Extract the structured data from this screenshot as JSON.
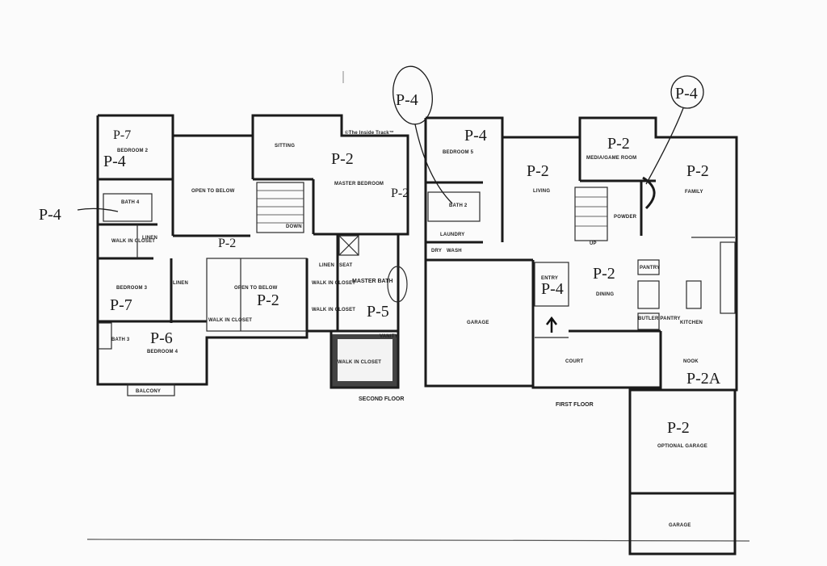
{
  "watermark": "©The Inside Track™",
  "floors": {
    "second": {
      "caption": "SECOND FLOOR",
      "rooms": {
        "bedroom2": "BEDROOM 2",
        "open_to_below_1": "OPEN TO BELOW",
        "sitting": "SITTING",
        "master_bedroom": "MASTER BEDROOM",
        "bath4": "BATH 4",
        "walk_in_closet_1": "WALK IN CLOSET",
        "linen_1": "LINEN",
        "down": "DOWN",
        "bedroom3": "BEDROOM 3",
        "open_to_below_2": "OPEN TO BELOW",
        "walk_in_closet_2": "WALK IN CLOSET",
        "linen_2": "LINEN",
        "seat": "SEAT",
        "walk_in_closet_3": "WALK IN CLOSET",
        "walk_in_closet_4": "WALK IN CLOSET",
        "master_bath": "MASTER BATH",
        "vanity": "VANITY",
        "bath3": "BATH 3",
        "bedroom4": "BEDROOM 4",
        "walk_in_closet_5": "WALK IN CLOSET",
        "balcony": "BALCONY",
        "linen_3": "LINEN"
      },
      "annotations": {
        "bed2": "P-7",
        "bed2b": "P-4",
        "bath_callout": "P-4",
        "upper_hall": "P-2",
        "master": "P-2",
        "master_edge": "P-2",
        "bed3": "P-7",
        "otb2": "P-2",
        "master_bath": "P-5",
        "bed4": "P-6"
      }
    },
    "first": {
      "caption": "FIRST FLOOR",
      "rooms": {
        "bedroom5": "BEDROOM 5",
        "bath2": "BATH 2",
        "laundry": "LAUNDRY",
        "dry": "DRY",
        "wash": "WASH",
        "living": "LIVING",
        "media_game_room": "MEDIA/GAME ROOM",
        "up": "UP",
        "powder": "POWDER",
        "family": "FAMILY",
        "garage_main": "GARAGE",
        "entry": "ENTRY",
        "dining": "DINING",
        "pantry": "PANTRY",
        "butler_pantry": "BUTLER PANTRY",
        "kitchen": "KITCHEN",
        "nook": "NOOK",
        "court": "COURT",
        "optional_garage": "OPTIONAL GARAGE",
        "garage_lower": "GARAGE"
      },
      "annotations": {
        "bed5": "P-4",
        "bath2_callout": "P-4",
        "living": "P-2",
        "media": "P-2",
        "family_callout": "P-4",
        "family": "P-2",
        "entry": "P-4",
        "dining": "P-2",
        "nook": "P-2A",
        "optional_garage": "P-2"
      }
    }
  }
}
